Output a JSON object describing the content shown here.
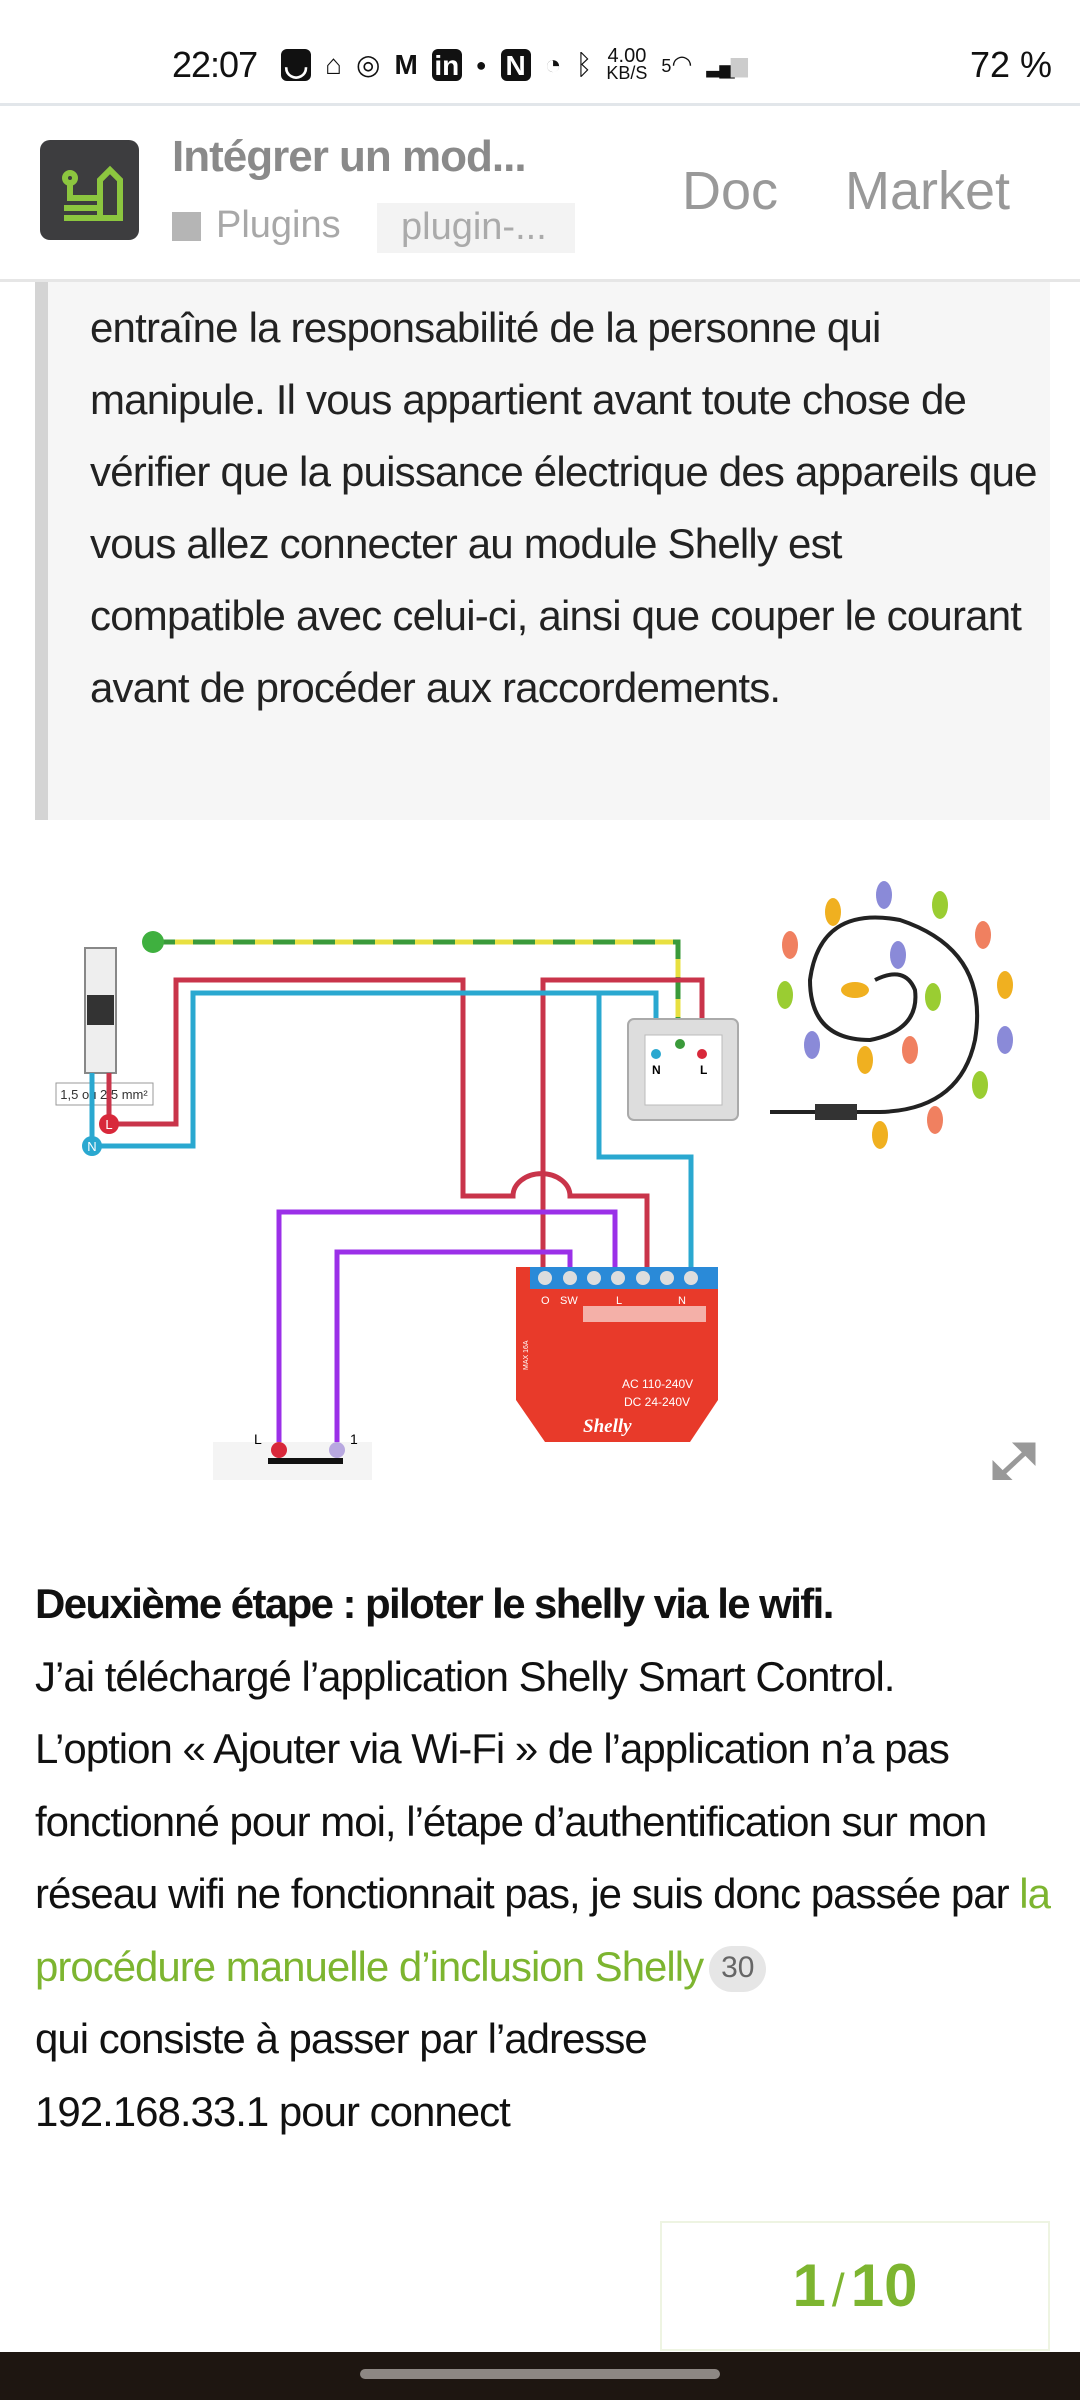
{
  "status_bar": {
    "time": "22:07",
    "net_speed_value": "4.00",
    "net_speed_unit": "KB/S",
    "wifi_band": "5",
    "battery": "72 %"
  },
  "header": {
    "title": "Intégrer un mod...",
    "category": "Plugins",
    "tag": "plugin-...",
    "nav": [
      "Doc",
      "Market"
    ]
  },
  "quote": {
    "text": "entraîne la responsabilité de la personne qui manipule. Il vous appartient avant toute chose de vérifier que la puissance électrique des appareils que vous allez connecter au module Shelly est compatible avec celui-ci, ainsi que couper le courant avant de procéder aux raccordements."
  },
  "diagram": {
    "cable_label": "1,5 ou 2,5 mm²",
    "breaker_L": "L",
    "breaker_N": "N",
    "socket_N": "N",
    "socket_L": "L",
    "terminals": [
      "O",
      "SW",
      "L",
      "N"
    ],
    "max_label": "MAX 16A",
    "ac": "AC 110-240V",
    "dc": "DC 24-240V",
    "brand": "Shelly",
    "switch_L": "L",
    "switch_1": "1"
  },
  "content": {
    "heading": "Deuxième étape : piloter le shelly via le wifi.",
    "p1": "J’ai téléchargé l’application Shelly Smart Control.",
    "p2_before": "L’option « Ajouter via Wi-Fi » de l’application n’a pas fonctionné pour moi, l’étape d’authentification sur mon réseau wifi ne fonctionnait pas, je suis donc passée par ",
    "link": "la procédure manuelle d’inclusion Shelly",
    "link_count": "30",
    "p2_after": "qui consiste à passer par l’adresse 192.168.33.1 pour connect"
  },
  "pager": {
    "current": "1",
    "separator": "/",
    "total": "10"
  }
}
